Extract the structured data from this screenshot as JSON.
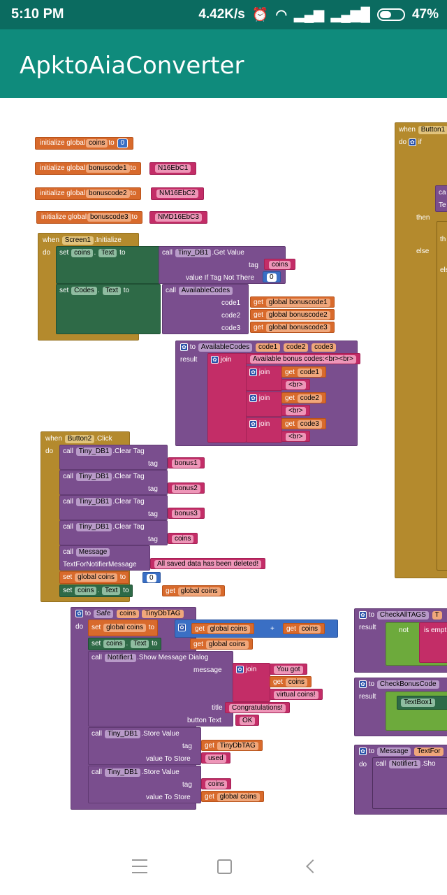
{
  "status": {
    "time": "5:10 PM",
    "speed": "4.42K/s",
    "battery": "47%"
  },
  "app": {
    "title": "ApktoAiaConverter"
  },
  "globals": [
    {
      "label": "initialize global",
      "name": "coins",
      "to": "to",
      "value": "0"
    },
    {
      "label": "initialize global",
      "name": "bonuscode1",
      "to": "to",
      "value": "N16EbC1"
    },
    {
      "label": "initialize global",
      "name": "bonuscode2",
      "to": "to",
      "value": "NM16EbC2"
    },
    {
      "label": "initialize global",
      "name": "bonuscode3",
      "to": "to",
      "value": "NMD16EbC3"
    }
  ],
  "screen_init": {
    "when": "when",
    "comp": "Screen1",
    "event": ".Initialize",
    "do": "do",
    "set": "set",
    "coins": "coins",
    "text": "Text",
    "to": "to",
    "call": "call",
    "db": "Tiny_DB1",
    "get_value": ".Get Value",
    "tag": "tag",
    "tag_val": "coins",
    "not_there": "value If Tag Not There",
    "zero": "0",
    "codes": "Codes",
    "avail": "AvailableCodes",
    "code1": "code1",
    "code2": "code2",
    "code3": "code3",
    "get": "get",
    "g1": "global bonuscode1",
    "g2": "global bonuscode2",
    "g3": "global bonuscode3"
  },
  "avail_proc": {
    "to": "to",
    "name": "AvailableCodes",
    "p1": "code1",
    "p2": "code2",
    "p3": "code3",
    "result": "result",
    "join": "join",
    "s1": "Available bonus codes:<br><br>",
    "get": "get",
    "br": "<br>"
  },
  "button2": {
    "when": "when",
    "comp": "Button2",
    "event": ".Click",
    "do": "do",
    "call": "call",
    "db": "Tiny_DB1",
    "clear": ".Clear Tag",
    "tag": "tag",
    "t1": "bonus1",
    "t2": "bonus2",
    "t3": "bonus3",
    "t4": "coins",
    "message": "Message",
    "notifier_msg": "TextForNotifierMessage",
    "deleted": "All saved data has been deleted!",
    "set": "set",
    "global_coins": "global coins",
    "to": "to",
    "zero": "0",
    "coins": "coins",
    "text": "Text",
    "get": "get"
  },
  "safe_proc": {
    "to": "to",
    "name": "Safe",
    "p1": "coins",
    "p2": "TinyDbTAG",
    "do": "do",
    "set": "set",
    "global_coins": "global coins",
    "get": "get",
    "coins": "coins",
    "plus": "+",
    "text": "Text",
    "call": "call",
    "notifier": "Notifier1",
    "show": ".Show Message Dialog",
    "message": "message",
    "join": "join",
    "you_got": "You got",
    "virtual": "virtual coins!",
    "title": "title",
    "congrats": "Congratulations!",
    "button_text": "button Text",
    "ok": "OK",
    "db": "Tiny_DB1",
    "store": ".Store Value",
    "tag": "tag",
    "store_val": "value To Store",
    "tinytag": "TinyDbTAG",
    "used": "used",
    "coins_str": "coins"
  },
  "right_blocks": {
    "when": "when",
    "button1": "Button1",
    "do": "do",
    "if": "if",
    "then": "then",
    "else": "else",
    "ca": "ca",
    "te": "Te",
    "th": "th",
    "el": "els",
    "check_all": "CheckAllTAGS",
    "t": "T",
    "result": "result",
    "not": "not",
    "is_empty": "is empt",
    "check_bonus": "CheckBonusCode",
    "textbox": "TextBox1",
    "message": "Message",
    "textfor": "TextFor",
    "call": "call",
    "notifier": "Notifier1",
    "sho": ".Sho",
    "to": "to",
    "do2": "do"
  }
}
